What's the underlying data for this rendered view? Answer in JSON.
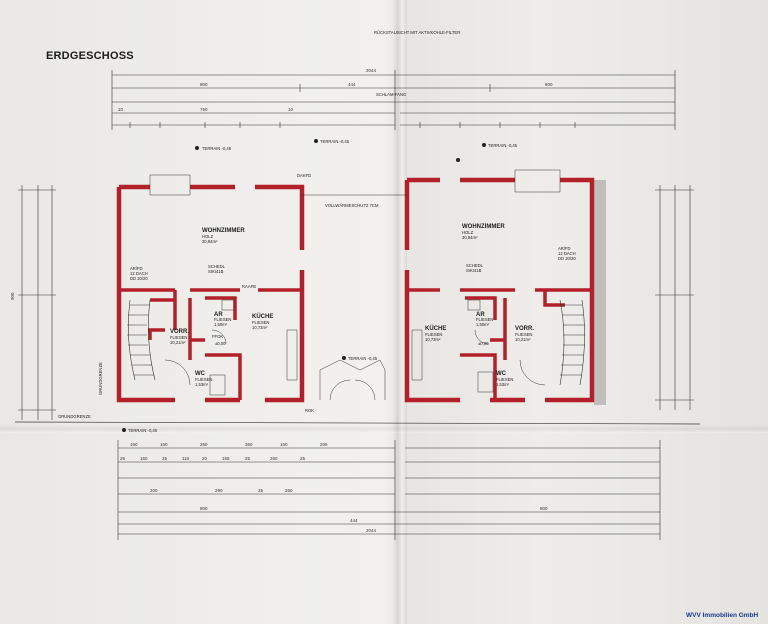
{
  "title": "ERDGESCHOSS",
  "left_unit": {
    "living": "WOHNZIMMER",
    "living_floor": "HOLZ",
    "living_area": "30,94m²",
    "kitchen": "KÜCHE",
    "kitchen_floor": "FLIESEN",
    "kitchen_area": "10,73m²",
    "hall": "VORR.",
    "hall_floor": "FLIESEN",
    "hall_area": "10,21m²",
    "wc": "WC",
    "wc_floor": "FLIESEN",
    "wc_area": "1,53m²",
    "ar": "AR",
    "ar_floor": "FLIESEN",
    "ar_area": "1,50m²",
    "partition": "SCHEDL",
    "partition_type": "SIKI41B",
    "window1": "AR/FD",
    "window1_type": "12 DACH",
    "window1_size": "DD 20/20",
    "level": "±0,00",
    "ffok": "FFOK"
  },
  "right_unit": {
    "living": "WOHNZIMMER",
    "living_floor": "HOLZ",
    "living_area": "30,94m²",
    "kitchen": "KÜCHE",
    "kitchen_floor": "FLIESEN",
    "kitchen_area": "10,73m²",
    "hall": "VORR.",
    "hall_floor": "FLIESEN",
    "hall_area": "10,21m²",
    "wc": "WC",
    "wc_floor": "FLIESEN",
    "wc_area": "1,53m²",
    "ar": "AR",
    "ar_floor": "FLIESEN",
    "ar_area": "1,50m²",
    "partition": "SCHEDL",
    "partition_type": "SIKI41B",
    "window1": "AR/FD",
    "window1_type": "12 DACH",
    "window1_size": "DD 20/20",
    "level": "±0,00"
  },
  "annotations": {
    "terrain1": "TERRAIN -0,45",
    "terrain2": "TERRAIN -0,45",
    "terrain3": "TERRAIN -0,45",
    "terrain4": "TERRAIN -0,45",
    "terrain5": "TERRAIN -0,45",
    "insulation": "VOLLWÄRMESCHUTZ 7CM",
    "boundary": "GRUNDGRENZE",
    "neighbor": "GRUNDGRENZE",
    "vent": "RÜCKSTAUSICHT MIT AKTIVKOHLE-FILTER",
    "shaft": "SCHLAM-FANG",
    "dakfd": "DAKFD",
    "raaf": "RAAFB",
    "rok": "ROK"
  },
  "dims": {
    "overall": "2044",
    "half_left": "800",
    "half_mid": "444",
    "half_right": "800",
    "top_row": [
      "10",
      "750",
      "10"
    ],
    "height": "900",
    "bottom_total": "2044",
    "bottom_halves": [
      "800",
      "444",
      "800"
    ],
    "row1": [
      "160",
      "150",
      "250",
      "360",
      "150",
      "205"
    ],
    "row2": [
      "25",
      "160",
      "25",
      "110",
      "20",
      "165",
      "25",
      "260",
      "25"
    ],
    "row3": [
      "200",
      "290",
      "25",
      "260"
    ]
  },
  "logo": "WVV Immobilien GmbH",
  "colors": {
    "wall": "#b4202a",
    "ink": "#222222"
  }
}
